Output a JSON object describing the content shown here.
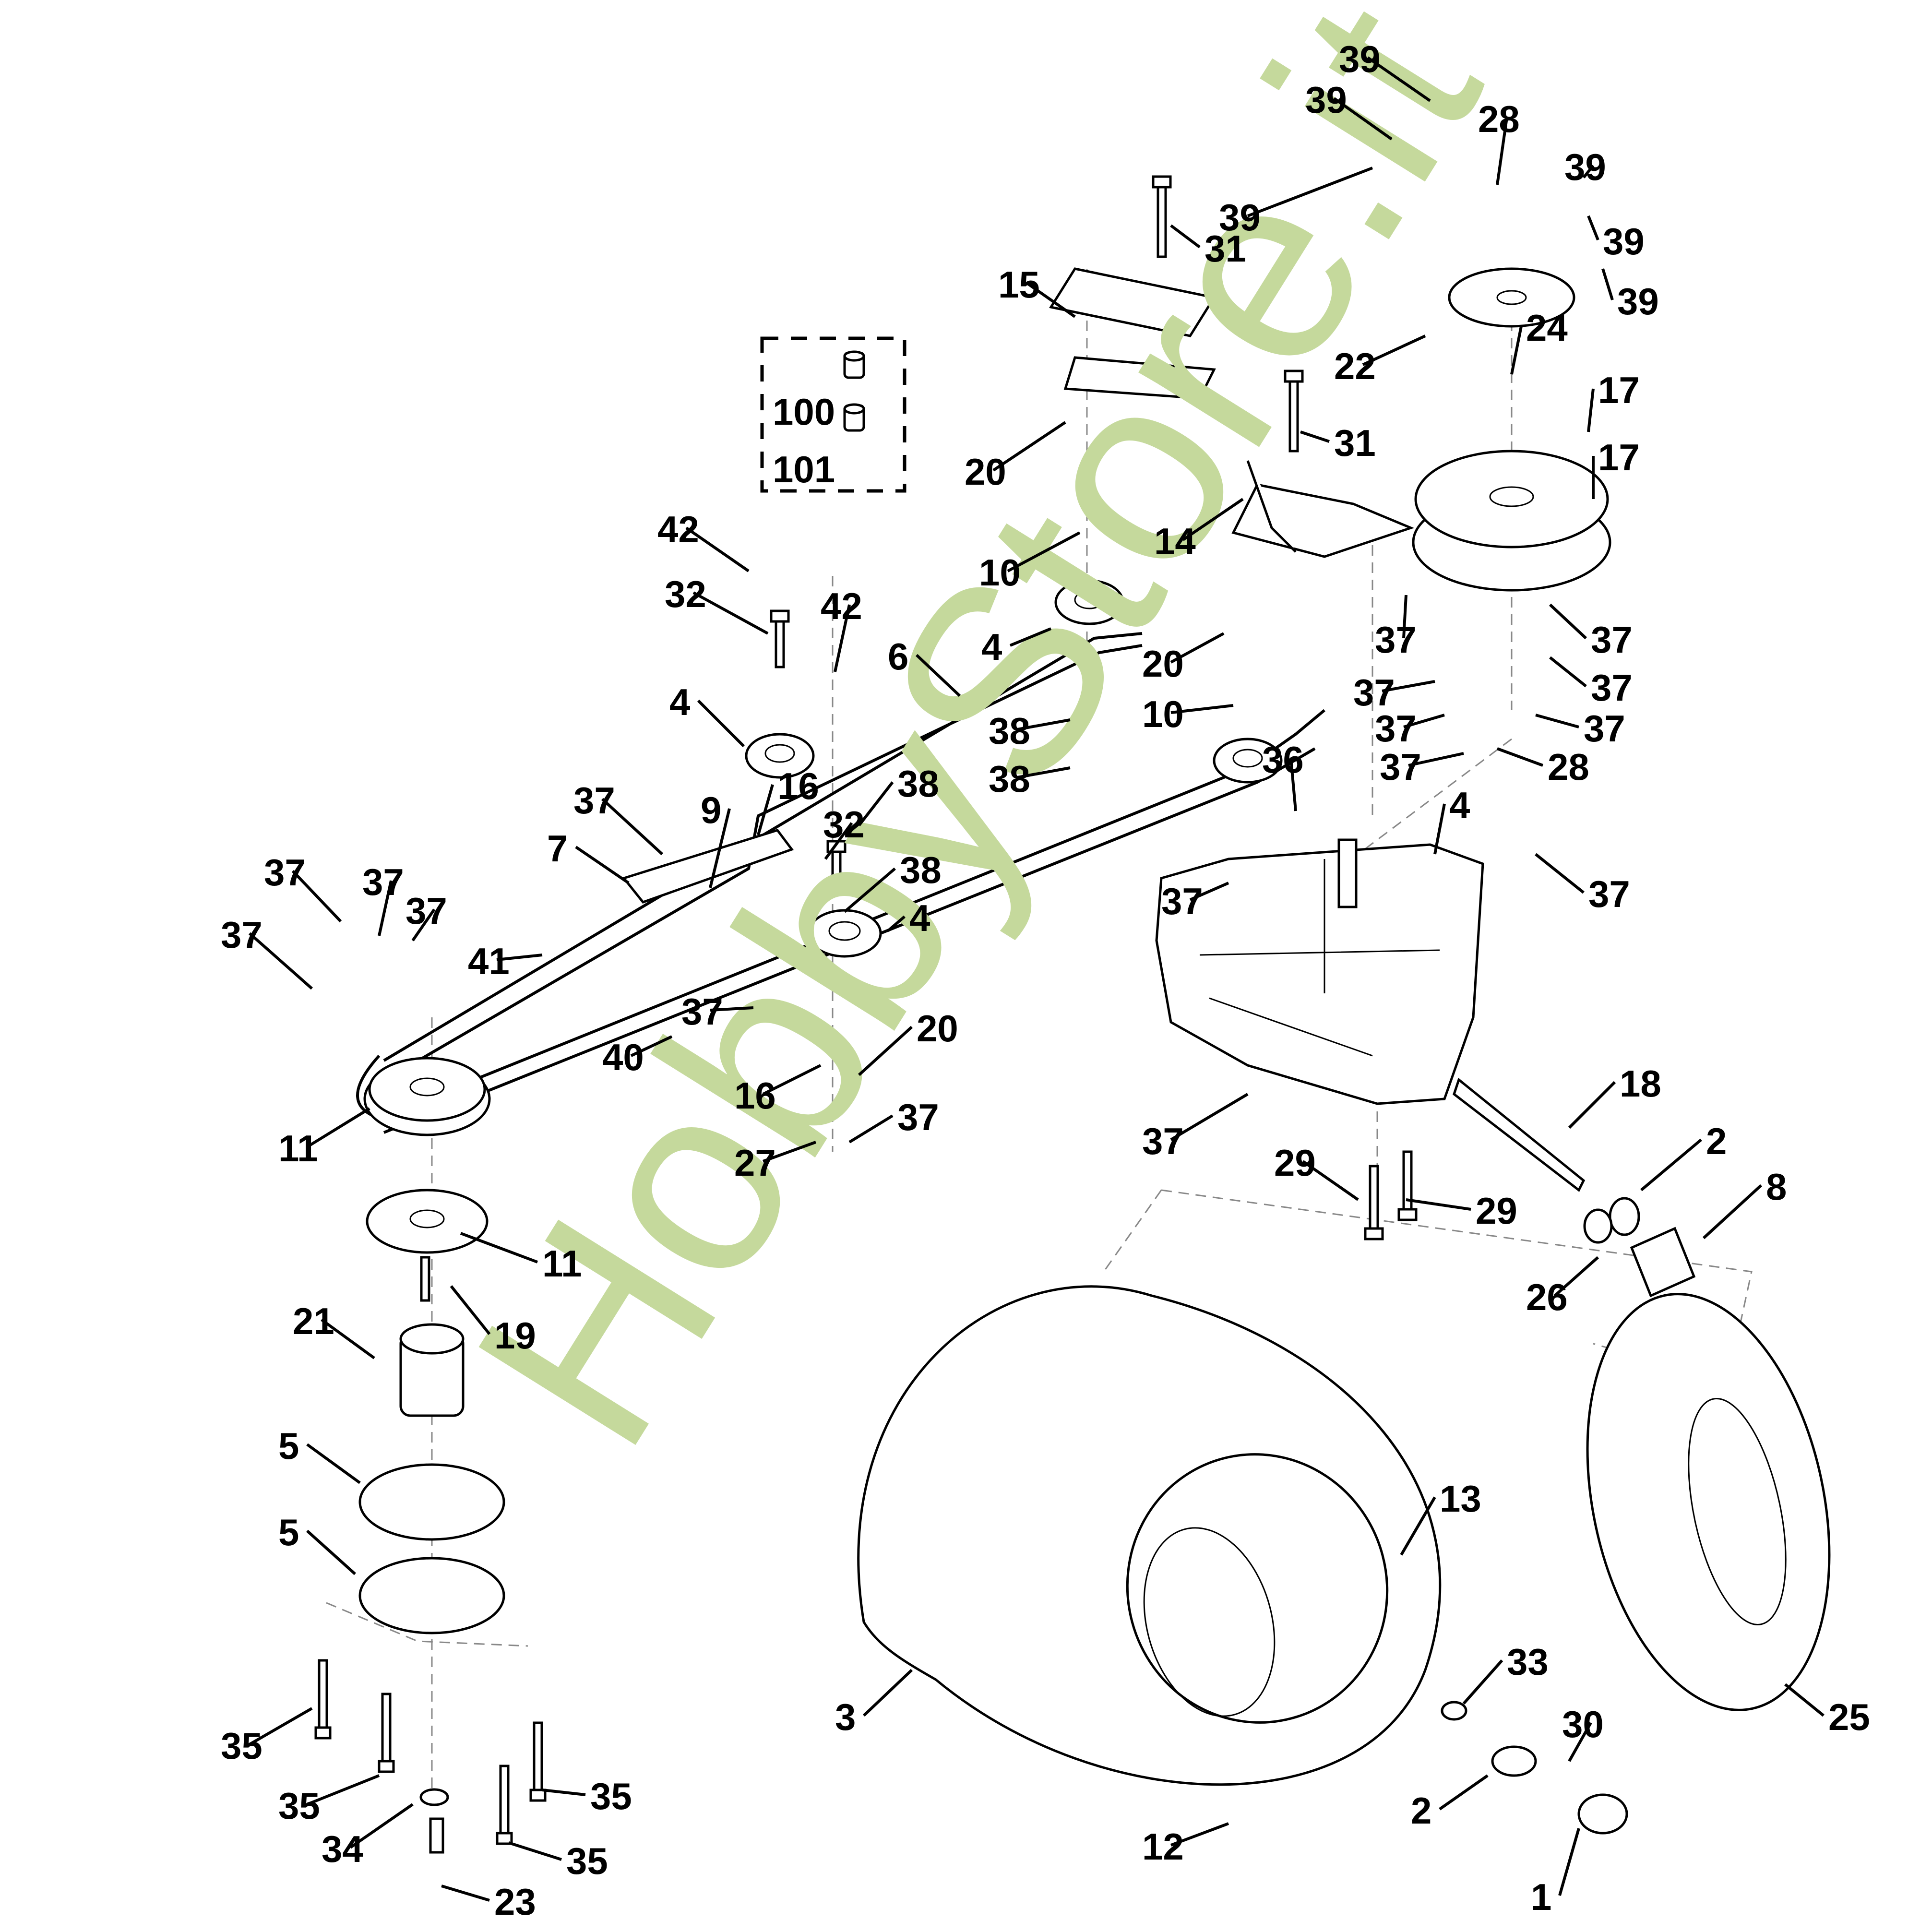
{
  "diagram": {
    "type": "exploded-parts-diagram",
    "watermark": "HobbyStore.it",
    "watermark_color": "#c5d99c",
    "kit_box_labels": [
      "100",
      "101"
    ],
    "callouts": [
      {
        "id": "c1",
        "label": "39"
      },
      {
        "id": "c2",
        "label": "39"
      },
      {
        "id": "c3",
        "label": "28"
      },
      {
        "id": "c4",
        "label": "39"
      },
      {
        "id": "c5",
        "label": "39"
      },
      {
        "id": "c6",
        "label": "39"
      },
      {
        "id": "c7",
        "label": "39"
      },
      {
        "id": "c8",
        "label": "31"
      },
      {
        "id": "c9",
        "label": "15"
      },
      {
        "id": "c10",
        "label": "22"
      },
      {
        "id": "c11",
        "label": "24"
      },
      {
        "id": "c12",
        "label": "100"
      },
      {
        "id": "c13",
        "label": "101"
      },
      {
        "id": "c14",
        "label": "20"
      },
      {
        "id": "c15",
        "label": "31"
      },
      {
        "id": "c16",
        "label": "17"
      },
      {
        "id": "c17",
        "label": "17"
      },
      {
        "id": "c18",
        "label": "14"
      },
      {
        "id": "c19",
        "label": "42"
      },
      {
        "id": "c20",
        "label": "10"
      },
      {
        "id": "c21",
        "label": "32"
      },
      {
        "id": "c22",
        "label": "42"
      },
      {
        "id": "c23",
        "label": "4"
      },
      {
        "id": "c24",
        "label": "6"
      },
      {
        "id": "c25",
        "label": "38"
      },
      {
        "id": "c26",
        "label": "20"
      },
      {
        "id": "c27",
        "label": "37"
      },
      {
        "id": "c28",
        "label": "37"
      },
      {
        "id": "c29",
        "label": "4"
      },
      {
        "id": "c30",
        "label": "38"
      },
      {
        "id": "c31",
        "label": "37"
      },
      {
        "id": "c32",
        "label": "37"
      },
      {
        "id": "c33",
        "label": "37"
      },
      {
        "id": "c34",
        "label": "37"
      },
      {
        "id": "c35",
        "label": "10"
      },
      {
        "id": "c36",
        "label": "37"
      },
      {
        "id": "c37",
        "label": "28"
      },
      {
        "id": "c38",
        "label": "16"
      },
      {
        "id": "c39",
        "label": "32"
      },
      {
        "id": "c40",
        "label": "37"
      },
      {
        "id": "c41",
        "label": "9"
      },
      {
        "id": "c42",
        "label": "38"
      },
      {
        "id": "c43",
        "label": "4"
      },
      {
        "id": "c44",
        "label": "7"
      },
      {
        "id": "c45",
        "label": "36"
      },
      {
        "id": "c46",
        "label": "38"
      },
      {
        "id": "c47",
        "label": "37"
      },
      {
        "id": "c48",
        "label": "37"
      },
      {
        "id": "c49",
        "label": "37"
      },
      {
        "id": "c50",
        "label": "37"
      },
      {
        "id": "c51",
        "label": "37"
      },
      {
        "id": "c52",
        "label": "4"
      },
      {
        "id": "c53",
        "label": "37"
      },
      {
        "id": "c54",
        "label": "41"
      },
      {
        "id": "c55",
        "label": "37"
      },
      {
        "id": "c56",
        "label": "40"
      },
      {
        "id": "c57",
        "label": "20"
      },
      {
        "id": "c58",
        "label": "11"
      },
      {
        "id": "c59",
        "label": "16"
      },
      {
        "id": "c60",
        "label": "37"
      },
      {
        "id": "c61",
        "label": "27"
      },
      {
        "id": "c62",
        "label": "37"
      },
      {
        "id": "c63",
        "label": "18"
      },
      {
        "id": "c64",
        "label": "2"
      },
      {
        "id": "c65",
        "label": "29"
      },
      {
        "id": "c66",
        "label": "29"
      },
      {
        "id": "c67",
        "label": "8"
      },
      {
        "id": "c68",
        "label": "11"
      },
      {
        "id": "c69",
        "label": "26"
      },
      {
        "id": "c70",
        "label": "21"
      },
      {
        "id": "c71",
        "label": "19"
      },
      {
        "id": "c72",
        "label": "5"
      },
      {
        "id": "c73",
        "label": "13"
      },
      {
        "id": "c74",
        "label": "5"
      },
      {
        "id": "c75",
        "label": "33"
      },
      {
        "id": "c76",
        "label": "30"
      },
      {
        "id": "c77",
        "label": "3"
      },
      {
        "id": "c78",
        "label": "25"
      },
      {
        "id": "c79",
        "label": "35"
      },
      {
        "id": "c80",
        "label": "35"
      },
      {
        "id": "c81",
        "label": "35"
      },
      {
        "id": "c82",
        "label": "34"
      },
      {
        "id": "c83",
        "label": "2"
      },
      {
        "id": "c84",
        "label": "35"
      },
      {
        "id": "c85",
        "label": "12"
      },
      {
        "id": "c86",
        "label": "23"
      },
      {
        "id": "c87",
        "label": "1"
      }
    ]
  }
}
